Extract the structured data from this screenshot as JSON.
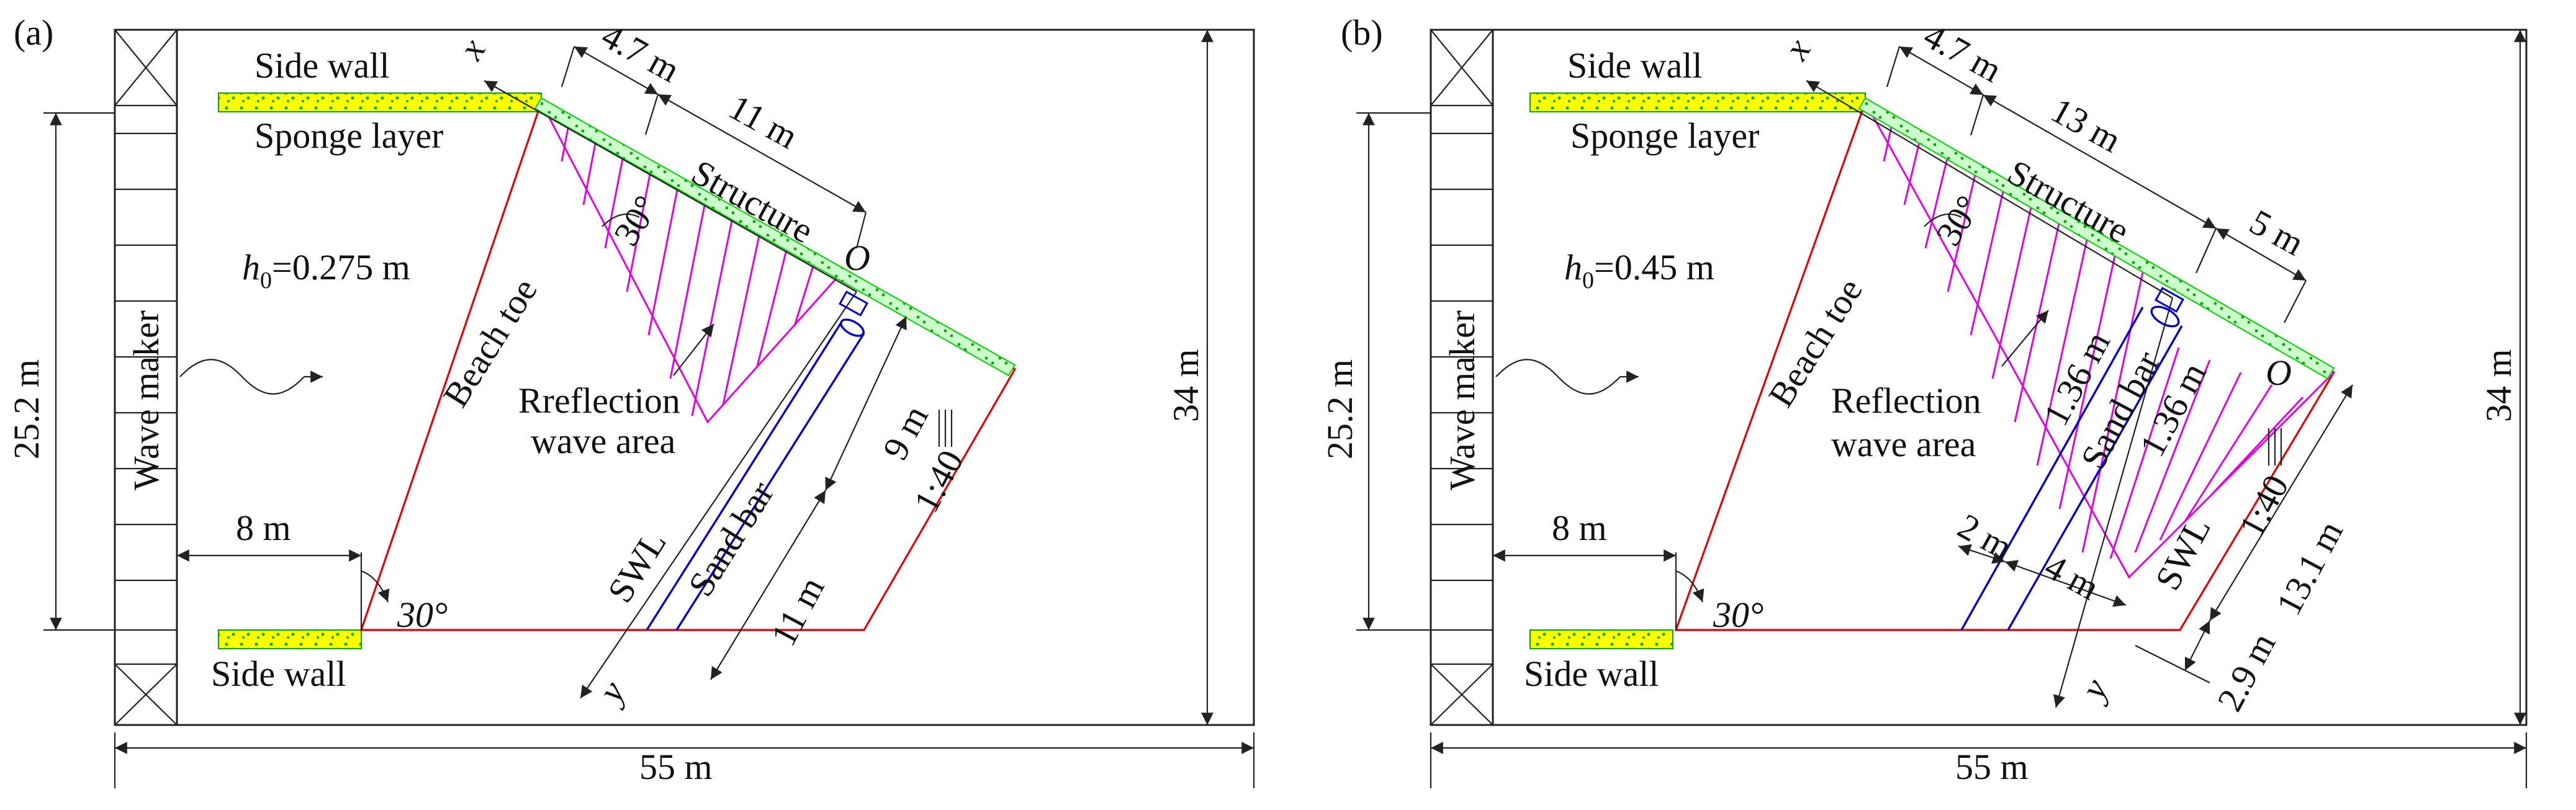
{
  "colors": {
    "outline": "#222222",
    "beach": "#e00000",
    "sand_bar": "#0000cc",
    "reflection_area": "#e000e0",
    "structure": "#00cc00",
    "side_wall_fill": "#ffff00"
  },
  "panel_a": {
    "tag": "(a)",
    "side_wall_top": "Side wall",
    "sponge_layer": "Sponge layer",
    "side_wall_bottom": "Side wall",
    "wave_maker": "Wave maker",
    "depth_h": "h",
    "depth_sub": "0",
    "depth_value": "=0.275 m",
    "beach_toe": "Beach toe",
    "structure": "Structure",
    "reflection_line1": "Rreflection",
    "reflection_line2": "wave  area",
    "swl": "SWL",
    "sand_bar": "Sand bar",
    "slope": "1:40",
    "axis_x": "x",
    "axis_y": "y",
    "origin": "O",
    "angle_top": "30°",
    "angle_bottom": "30°",
    "dim_left": "25.2 m",
    "dim_right": "34 m",
    "dim_bottom": "55 m",
    "dim_toe": "8 m",
    "dim_47": "4.7 m",
    "dim_11_top": "11 m",
    "dim_9": "9 m",
    "dim_11_bottom": "11 m"
  },
  "panel_b": {
    "tag": "(b)",
    "side_wall_top": "Side wall",
    "sponge_layer": "Sponge layer",
    "side_wall_bottom": "Side wall",
    "wave_maker": "Wave maker",
    "depth_h": "h",
    "depth_sub": "0",
    "depth_value": "=0.45 m",
    "beach_toe": "Beach toe",
    "structure": "Structure",
    "reflection_line1": "Reflection",
    "reflection_line2": "wave area",
    "swl": "SWL",
    "sand_bar": "Sand bar",
    "slope": "1:40",
    "axis_x": "x",
    "axis_y": "y",
    "origin": "O",
    "angle_top": "30°",
    "angle_bottom": "30°",
    "dim_left": "25.2 m",
    "dim_right": "34 m",
    "dim_bottom": "55 m",
    "dim_toe": "8 m",
    "dim_47": "4.7 m",
    "dim_13": "13 m",
    "dim_5": "5 m",
    "dim_136_a": "1.36 m",
    "dim_136_b": "1.36 m",
    "dim_2": "2 m",
    "dim_4": "4 m",
    "dim_131": "13.1 m",
    "dim_29": "2.9 m"
  }
}
